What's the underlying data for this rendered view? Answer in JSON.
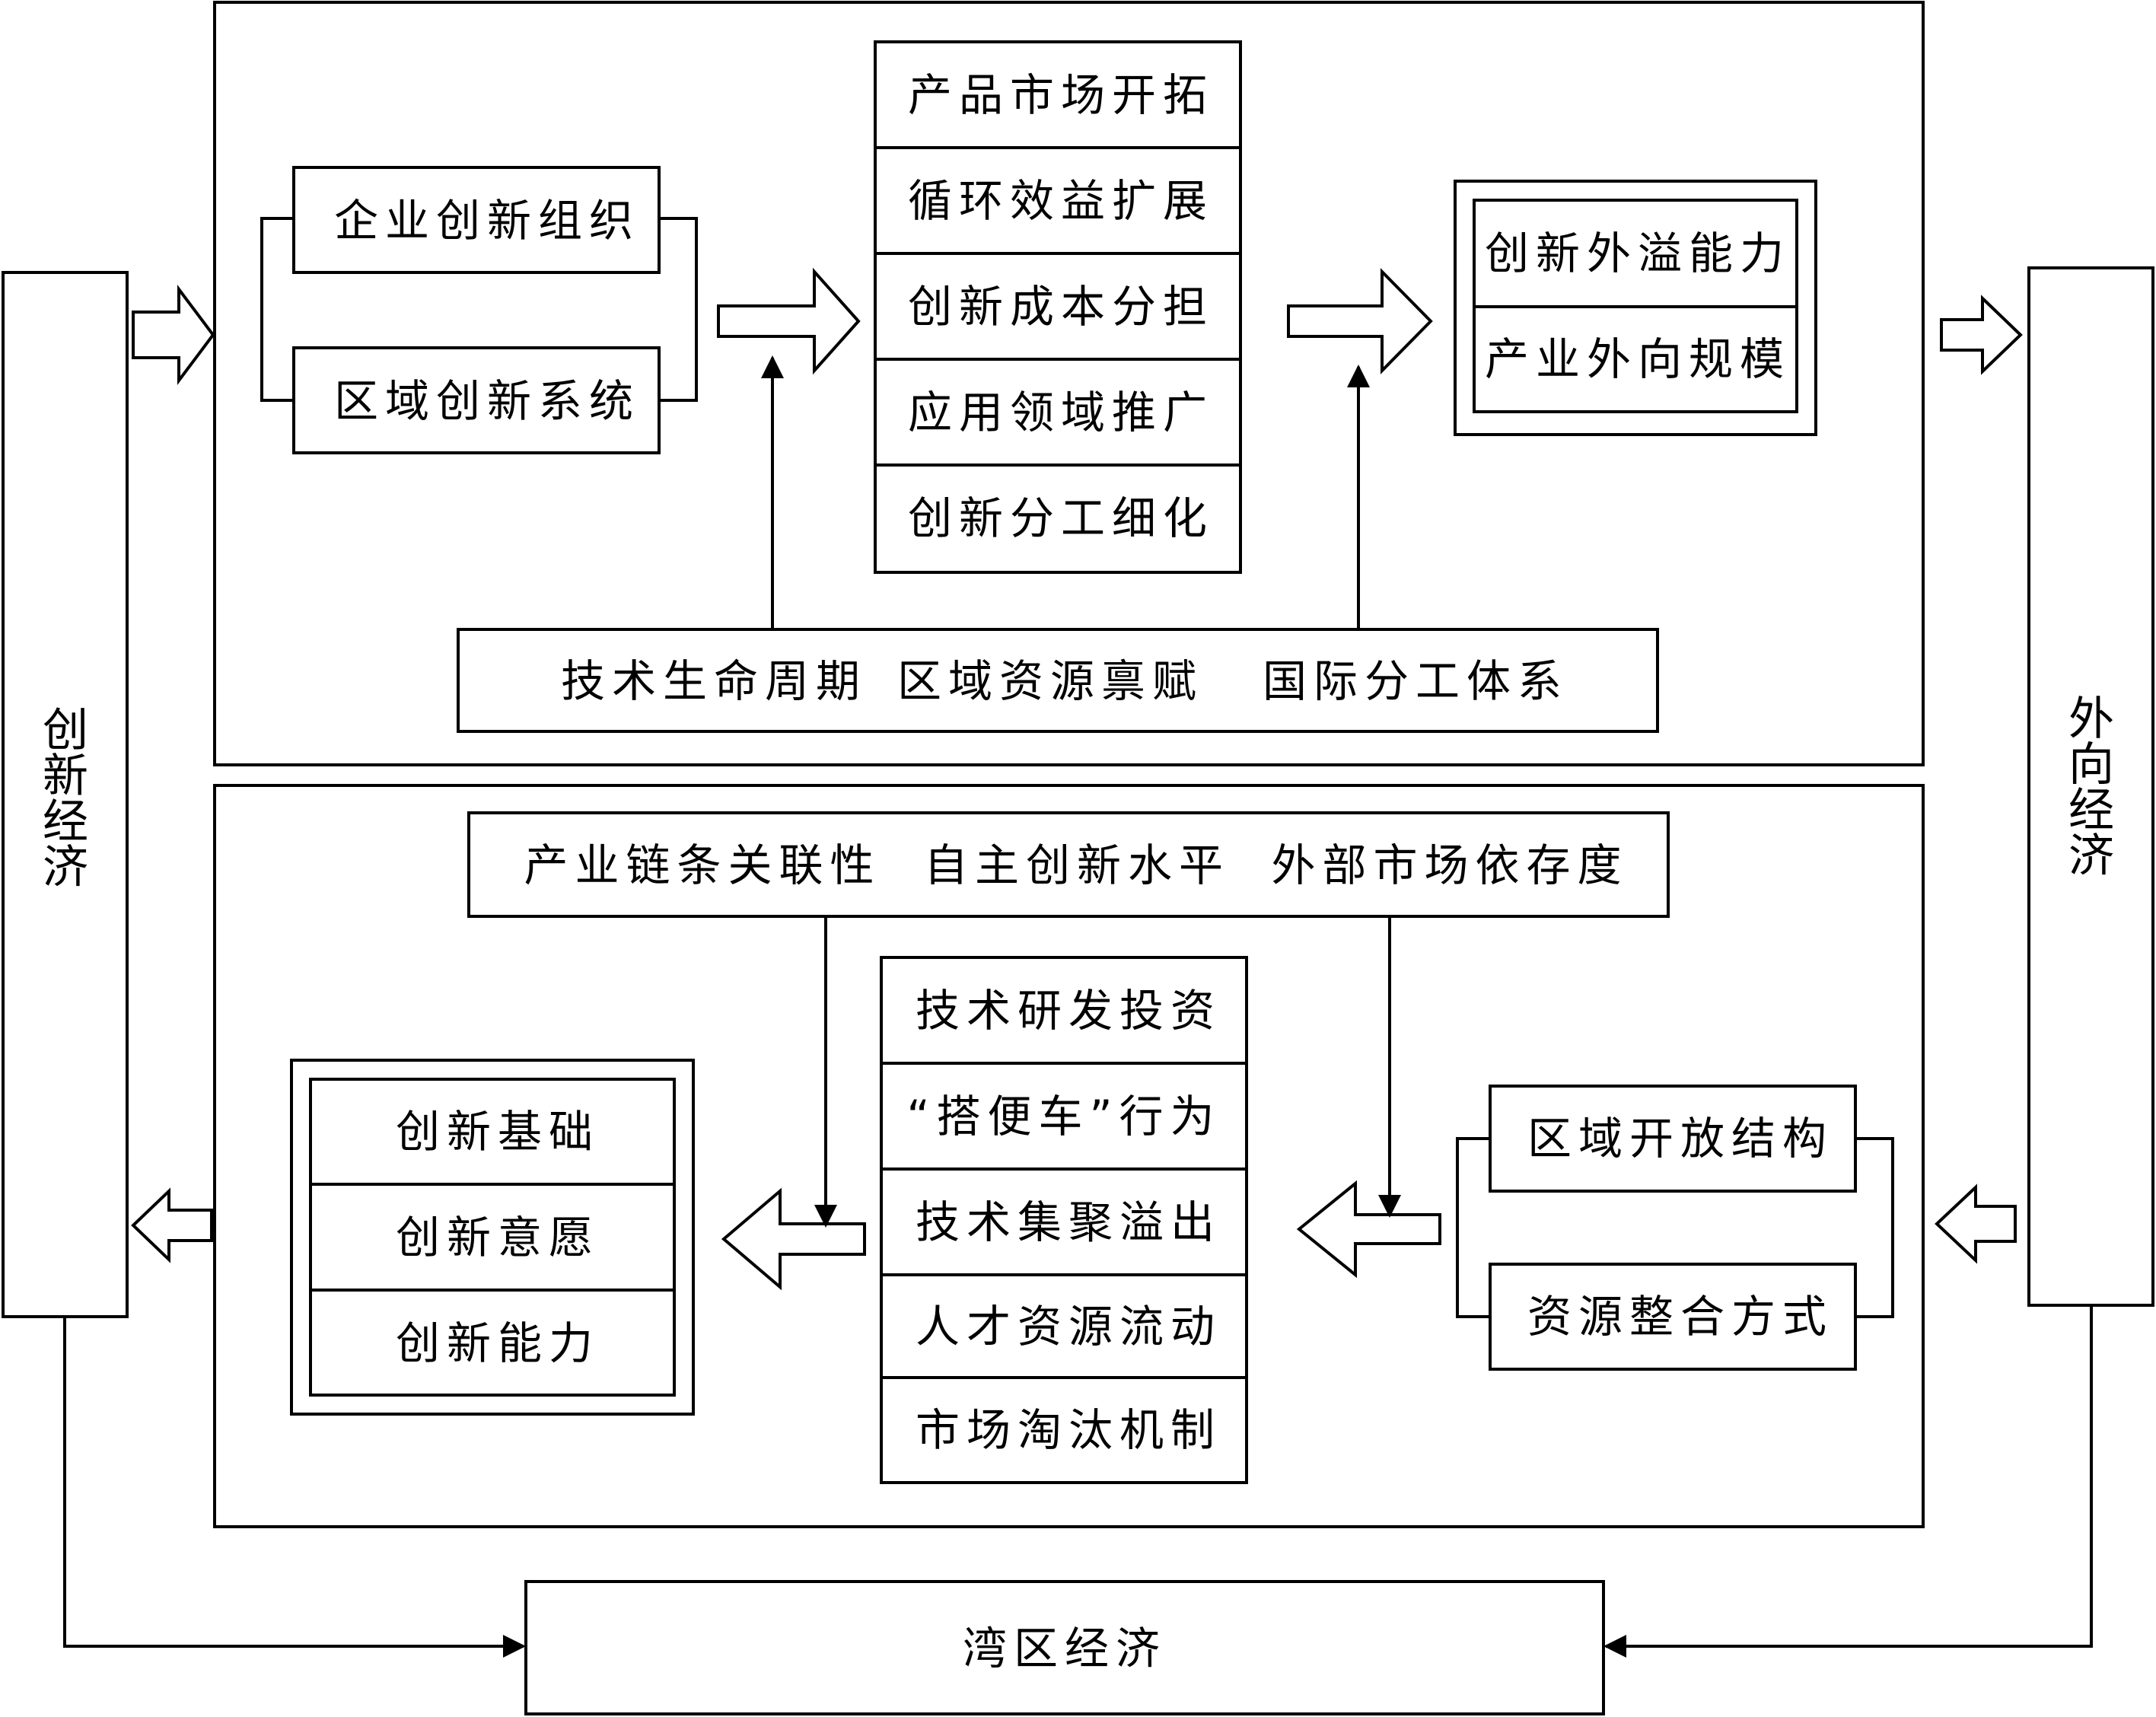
{
  "left_column": {
    "chars": [
      "创",
      "新",
      "经",
      "济"
    ]
  },
  "right_column": {
    "chars": [
      "外",
      "向",
      "经",
      "济"
    ]
  },
  "bottom_box": {
    "label": "湾区经济"
  },
  "top_panel": {
    "left_group": [
      "企业创新组织",
      "区域创新系统"
    ],
    "middle_stack": [
      "产品市场开拓",
      "循环效益扩展",
      "创新成本分担",
      "应用领域推广",
      "创新分工细化"
    ],
    "right_group": [
      "创新外溢能力",
      "产业外向规模"
    ],
    "factors": [
      "技术生命周期",
      "区域资源禀赋",
      "国际分工体系"
    ]
  },
  "bottom_panel": {
    "factors": [
      "产业链条关联性",
      "自主创新水平",
      "外部市场依存度"
    ],
    "middle_stack": [
      "技术研发投资",
      "“搭便车”行为",
      "技术集聚溢出",
      "人才资源流动",
      "市场淘汰机制"
    ],
    "right_group": [
      "区域开放结构",
      "资源整合方式"
    ],
    "left_group": [
      "创新基础",
      "创新意愿",
      "创新能力"
    ]
  }
}
